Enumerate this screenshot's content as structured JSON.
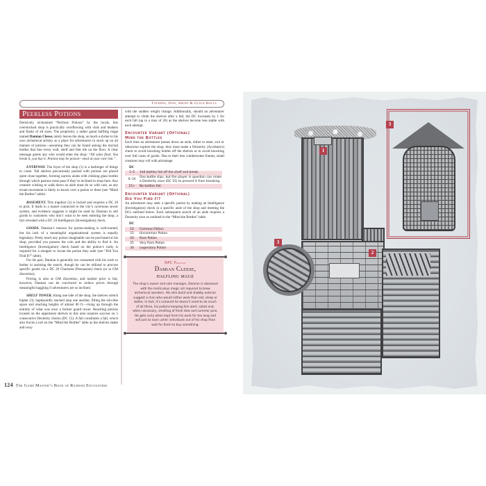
{
  "left_page": {
    "running_head": "Taverns, Inns, Shops & Guild Halls",
    "section_title": "Peerless Potions",
    "intro": {
      "pre": "Derisively nicknamed “Perilous Potions” by the locals, this overstocked shop is practically overflowing with vials and beakers and flasks of all sizes. The proprietor, a rather gaunt halfling mage named ",
      "name": "Damian Cleese,",
      "mid": " rarely leaves the shop, as much a shrine to his own alchemical artistry as a place for adventurers to stock up on all manner of potions—assuming they can be found among the myriad bottles that line every wall, shelf and free tile on the floor. A clear message greets any who would enter the shop: ",
      "quote": "“All sales final. You break it, you buy it. Potions may be poison—steal at your own risk.”"
    },
    "entryway": {
      "lead": "ENTRYWAY.",
      "text": " The foyer of the shop (1) is a harbinger of things to come. Tall shelves precariously packed with potions are placed quite close together, forming narrow aisles with clinking glass bottles through which patrons must pass if they’re inclined to shop here. Any creature wishing to walk down an aisle must do so with care, as any errant movement is likely to knock over a potion or three (see “Mind the Bottles” table)."
    },
    "basement": {
      "lead": "BASEMENT.",
      "text": " This trapdoor (2) is locked and requires a DC 20 to pick. It leads to a tunnel connected to the city’s cavernous sewer system, and evidence suggests it might be used by Damian to sell goods to customers who don’t want to be seen entering the shop, a fact revealed with a DC 20 Intelligence (Investigation) check."
    },
    "goods": {
      "lead": "GOODS.",
      "text": " Damian’s renown for potion-making is well-earned, but his lack of a meaningful organizational system is equally legendary. Pretty much any potion imaginable can be purchased at his shop, provided you possess the coin and the ability to find it. An Intelligence (Investigation) check based on the potion’s rarity is required for a shopper to locate the potion they seek (see “Did You Find It?” table).",
      "para2": "For his part, Damian is generally too consumed with his work to bother in assisting the search, though he can be utilized to procure specific goods via a DC 20 Charisma (Persuasion) check (or at GM discretion).",
      "para3": "Pricing is also at GM discretion, and market price is fair, however, Damian can be convinced to reduce prices through meaningful haggling if adventurers are so inclined."
    },
    "shelf_tower": {
      "lead": "SHELF TOWER.",
      "text": " Along one side of the shop, the shelves stretch higher (3), haphazardly stacked atop one another, filling the silo-like space and reaching heights of almost 80 ft.—rising up through the entirety of what was once a former guard tower. Reaching potions located on the uppermost shelves in this area requires success on 5 consecutive Dexterity checks (DC 15). A fail constitutes a fall, which also forces a roll on the “Mind the Bottles” table as the shelves shake and sway"
    },
    "continued": "with the sudden weight change. Additionally, should an adventurer attempt to climb the shelves after a fall, the DC increases by 1 for each fall (up to a max of 20) as the shelves become less stable with each attempt.",
    "variant_1": {
      "kicker": "Encounter Variant (Optional)",
      "title": "Mind the Bottles",
      "text": "Each time an adventurer passes down an aisle, either to enter, exit or otherwise explore the shop, they must make a Dexterity (Acrobatics) check to avoid knocking bottles off the shelves or to avoid knocking over full cases of goods. Due to their less cumbersome frames, small creatures may roll with advantage.",
      "table_header": "DC",
      "rows": [
        {
          "range": "1–5",
          "result": "1d4 bottles fall off the shelf and break."
        },
        {
          "range": "6–14",
          "result": "One bottle slips, but the player in question can make a Dexterity save (DC 15) to prevent it from breaking."
        },
        {
          "range": "15+",
          "result": "No bottles fall."
        }
      ]
    },
    "variant_2": {
      "kicker": "Encounter Variant (Optional)",
      "title": "Did You Find It?",
      "text": "An adventurer may seek a specific potion by making an Intelligence (Investigation) check in a specific aisle of the shop and meeting the DCs outlined below. Each subsequent search of an aisle requires a Dexterity save as outlined in the “Mind the Bottles” table.",
      "table_header": "DC",
      "rows": [
        {
          "dc": "10",
          "rarity": "Common Potion"
        },
        {
          "dc": "15",
          "rarity": "Uncommon Potion"
        },
        {
          "dc": "20",
          "rarity": "Rare Potion"
        },
        {
          "dc": "25",
          "rarity": "Very Rare Potion"
        },
        {
          "dc": "30",
          "rarity": "Legendary Potion"
        }
      ]
    },
    "npc_profile": {
      "kicker": "NPC Profile",
      "name_line1": "Damian Cleese,",
      "name_line2": "halfling mage",
      "text": "The shop’s owner and sole manager, Damian is obsessed with the meticulous magic art required to brew alchemical wonders. His slim build and shabby exterior suggest a man who would rather work than eat, sleep or bathe. In fact, it’s rumored he doesn’t need to do much of all three, his potions keeping him alert, sated and, when necessary, smelling of fresh dew and summer pine. He gets surly when kept from his work for too long and will just as soon usher individuals out of his shop than wait for them to buy something."
    },
    "folio": {
      "page_number": "124",
      "book_title": "The Game Master’s Book of Random Encounters"
    }
  },
  "right_page": {
    "map": {
      "markers": [
        {
          "id": "marker-1",
          "label": "1"
        },
        {
          "id": "marker-3-tower",
          "label": "3"
        },
        {
          "id": "marker-3-well",
          "label": "3"
        },
        {
          "id": "marker-2",
          "label": "2"
        }
      ]
    }
  },
  "colors": {
    "accent_red": "#b04552",
    "callout_pink": "#f6d9dd",
    "table_shade": "#f4d9dd",
    "map_paper": "#dde2e6"
  }
}
